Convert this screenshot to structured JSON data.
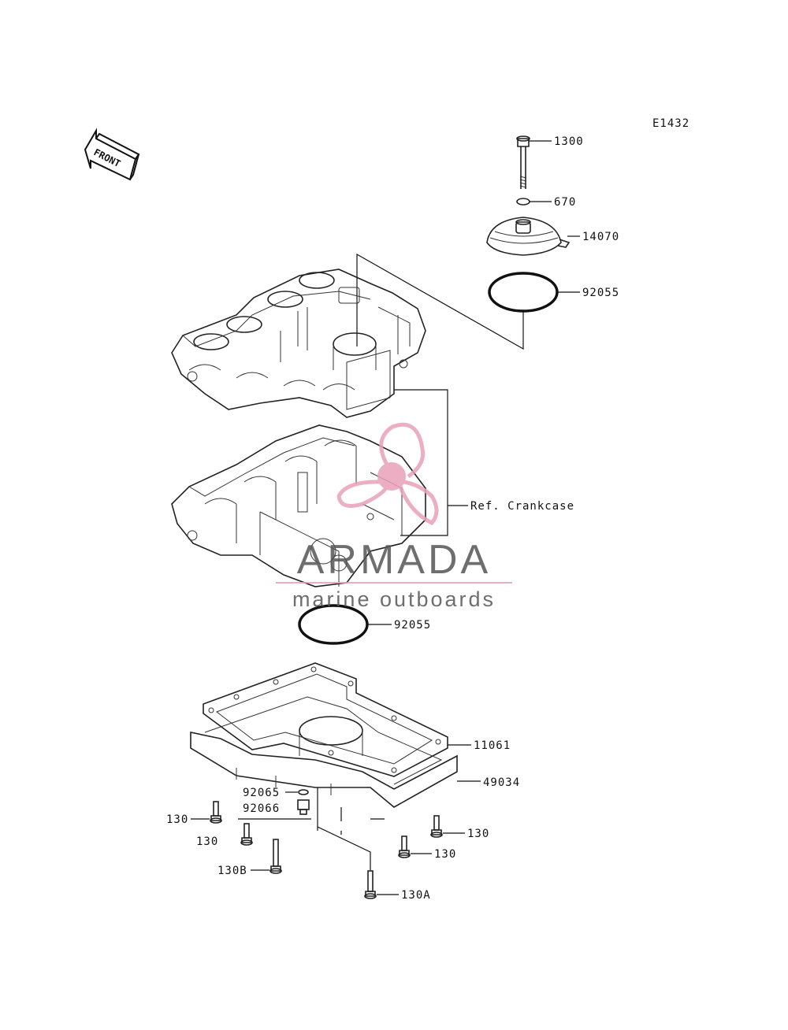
{
  "diagram_code": "E1432",
  "front_arrow_text": "FRONT",
  "parts": {
    "p_1300": "1300",
    "p_670": "670",
    "p_14070": "14070",
    "p_92055_top": "92055",
    "p_ref_crankcase": "Ref. Crankcase",
    "p_92055_bottom": "92055",
    "p_11061": "11061",
    "p_49034": "49034",
    "p_92065": "92065",
    "p_92066": "92066",
    "p_130_a": "130",
    "p_130_b": "130",
    "p_130_c": "130",
    "p_130_d": "130",
    "p_130b": "130B",
    "p_130a": "130A"
  },
  "watermark": {
    "brand": "ARMADA",
    "tagline": "marine outboards",
    "color_text": "#555555",
    "color_accent": "#e8a0b8"
  }
}
